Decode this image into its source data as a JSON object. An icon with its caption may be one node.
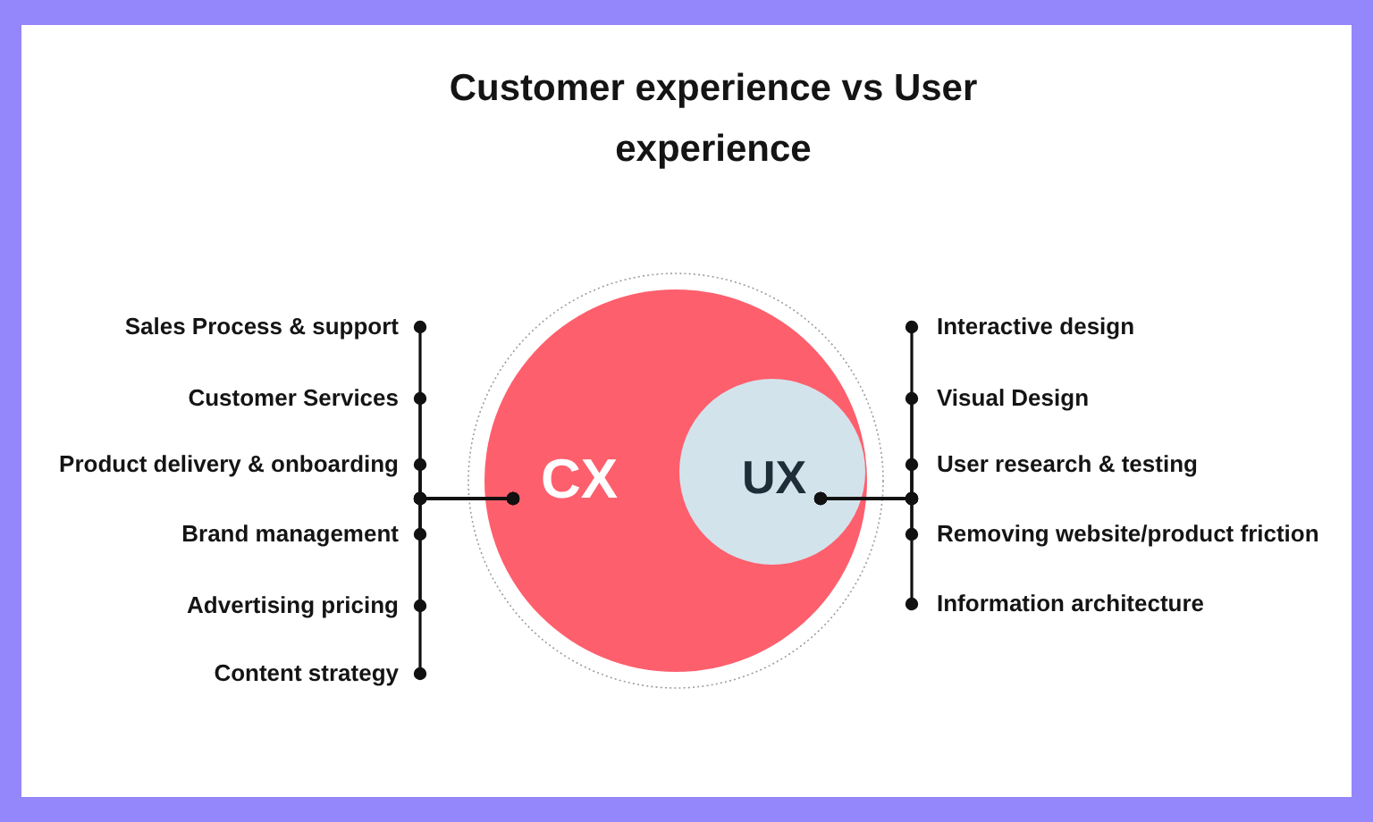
{
  "diagram": {
    "title": "Customer experience vs User experience",
    "nodes": [
      {
        "text": [
          "Sales Process & support"
        ]
      },
      {
        "text": [
          "Customer Services"
        ]
      },
      {
        "text": [
          "Product delivery & onboarding"
        ]
      },
      {
        "text": [
          "Brand management"
        ]
      },
      {
        "text": [
          "Advertising pricing"
        ]
      },
      {
        "text": [
          "Content strategy"
        ]
      },
      {
        "text": [
          "CX"
        ]
      },
      {
        "text": [
          "UX"
        ],
        "in": 6
      },
      {
        "text": [
          "Interactive design"
        ]
      },
      {
        "text": [
          "Visual Design"
        ]
      },
      {
        "text": [
          "User research & testing"
        ]
      },
      {
        "text": [
          "Removing website/product friction"
        ]
      },
      {
        "text": [
          "Information architecture"
        ]
      }
    ],
    "edges": [
      {
        "from": 6,
        "to": 0,
        "arrow": "other"
      },
      {
        "from": 6,
        "to": 1,
        "arrow": "other"
      },
      {
        "from": 6,
        "to": 2,
        "arrow": "other"
      },
      {
        "from": 6,
        "to": 3,
        "arrow": "other"
      },
      {
        "from": 6,
        "to": 4,
        "arrow": "other"
      },
      {
        "from": 6,
        "to": 5,
        "arrow": "other"
      },
      {
        "from": 7,
        "to": 8,
        "arrow": "other"
      },
      {
        "from": 7,
        "to": 9,
        "arrow": "other"
      },
      {
        "from": 7,
        "to": 10,
        "arrow": "other"
      },
      {
        "from": 7,
        "to": 11,
        "arrow": "other"
      },
      {
        "from": 7,
        "to": 12,
        "arrow": "other"
      }
    ]
  }
}
